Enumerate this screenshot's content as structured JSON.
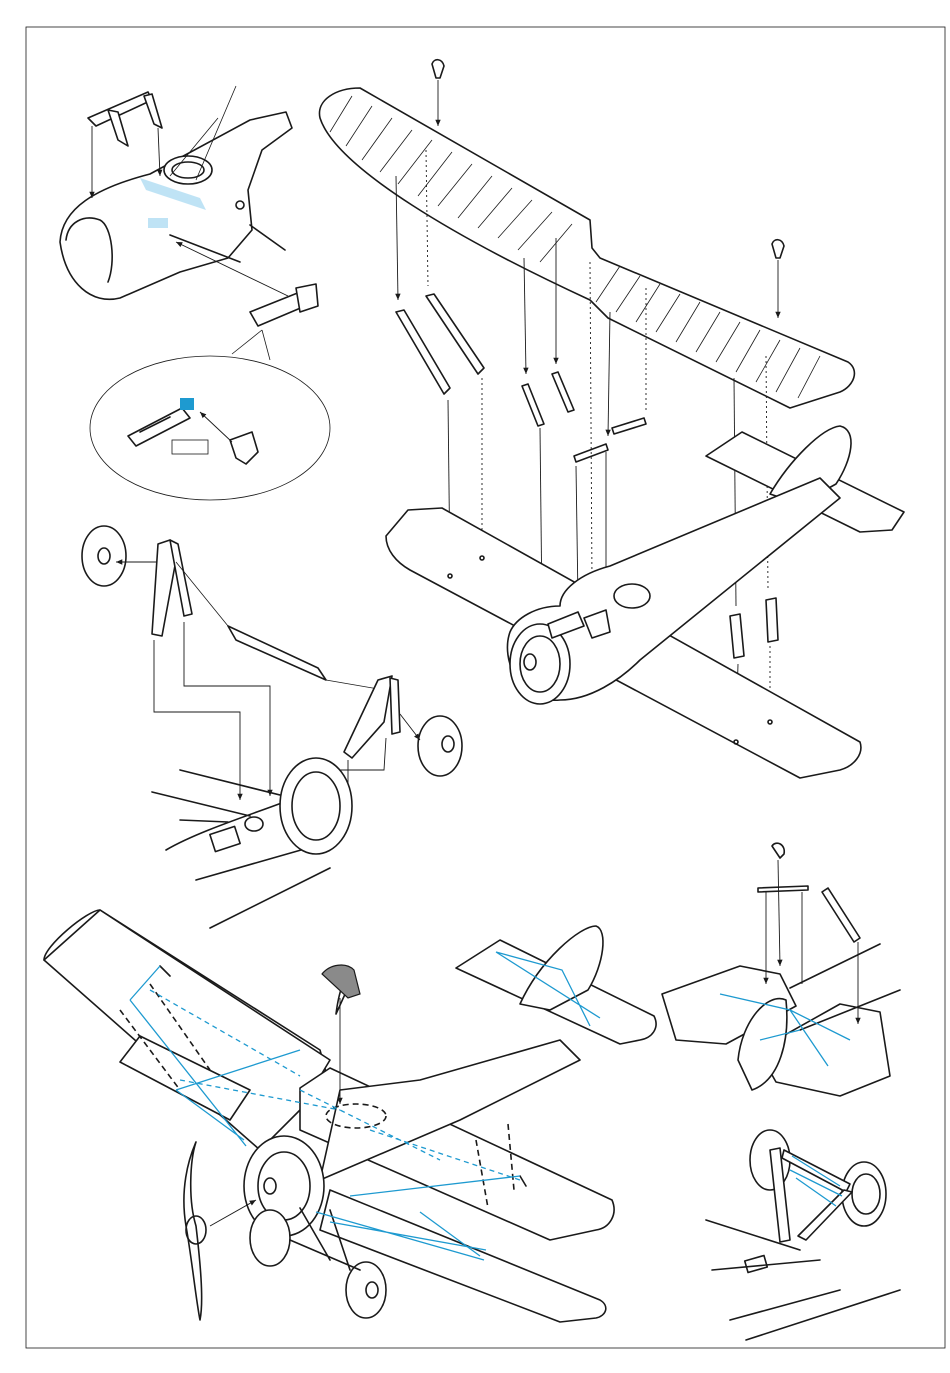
{
  "sheet": {
    "background": "#ffffff",
    "line_color": "#1a1a1a",
    "rigging_color": "#1e9ad0",
    "photo_etch_highlight": "#bfe3f5"
  },
  "panels": [
    {
      "name": "cockpit-detail",
      "icon": "exploded-view-arrows"
    },
    {
      "name": "gun-detail-callout",
      "icon": "magnifier-ellipse"
    },
    {
      "name": "upper-wing-strut-assembly",
      "icon": "exploded-view-arrows"
    },
    {
      "name": "undercarriage-assembly",
      "icon": "exploded-view-arrows"
    },
    {
      "name": "rigging-overview",
      "icon": "rigging-lines"
    },
    {
      "name": "tail-rigging",
      "icon": "rigging-lines"
    },
    {
      "name": "undercarriage-rigging",
      "icon": "rigging-lines"
    }
  ]
}
